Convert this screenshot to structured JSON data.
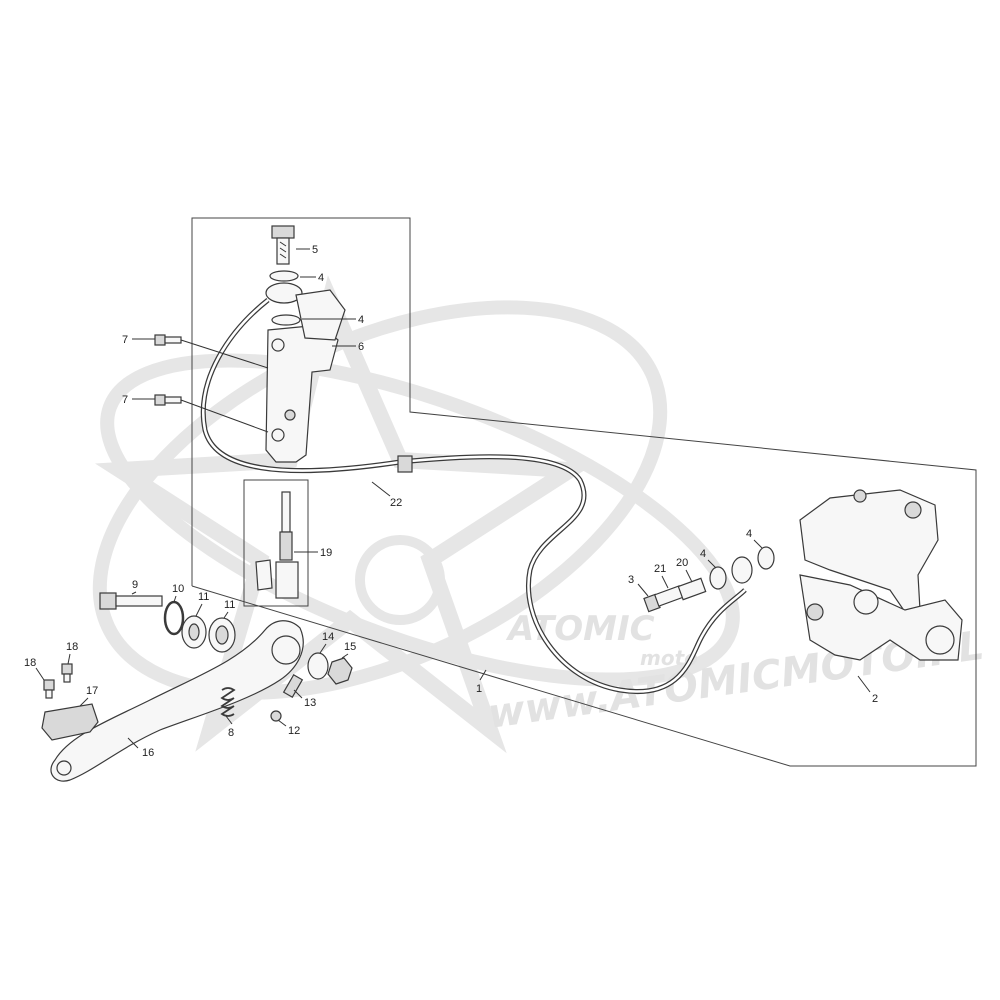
{
  "watermark": {
    "brand": "ATOMIC",
    "sub": "moto",
    "url": "www.ATOMICMOTO.PL",
    "logo_name": "atomic-star-logo"
  },
  "callouts": [
    {
      "id": "c5",
      "label": "5"
    },
    {
      "id": "c4a",
      "label": "4"
    },
    {
      "id": "c4b",
      "label": "4"
    },
    {
      "id": "c6",
      "label": "6"
    },
    {
      "id": "c7a",
      "label": "7"
    },
    {
      "id": "c7b",
      "label": "7"
    },
    {
      "id": "c22",
      "label": "22"
    },
    {
      "id": "c19",
      "label": "19"
    },
    {
      "id": "c9",
      "label": "9"
    },
    {
      "id": "c10",
      "label": "10"
    },
    {
      "id": "c11a",
      "label": "11"
    },
    {
      "id": "c11b",
      "label": "11"
    },
    {
      "id": "c14",
      "label": "14"
    },
    {
      "id": "c15",
      "label": "15"
    },
    {
      "id": "c18a",
      "label": "18"
    },
    {
      "id": "c18b",
      "label": "18"
    },
    {
      "id": "c17",
      "label": "17"
    },
    {
      "id": "c16",
      "label": "16"
    },
    {
      "id": "c8",
      "label": "8"
    },
    {
      "id": "c13",
      "label": "13"
    },
    {
      "id": "c12",
      "label": "12"
    },
    {
      "id": "c1",
      "label": "1"
    },
    {
      "id": "c3",
      "label": "3"
    },
    {
      "id": "c21",
      "label": "21"
    },
    {
      "id": "c20",
      "label": "20"
    },
    {
      "id": "c4c",
      "label": "4"
    },
    {
      "id": "c4d",
      "label": "4"
    },
    {
      "id": "c2",
      "label": "2"
    }
  ]
}
